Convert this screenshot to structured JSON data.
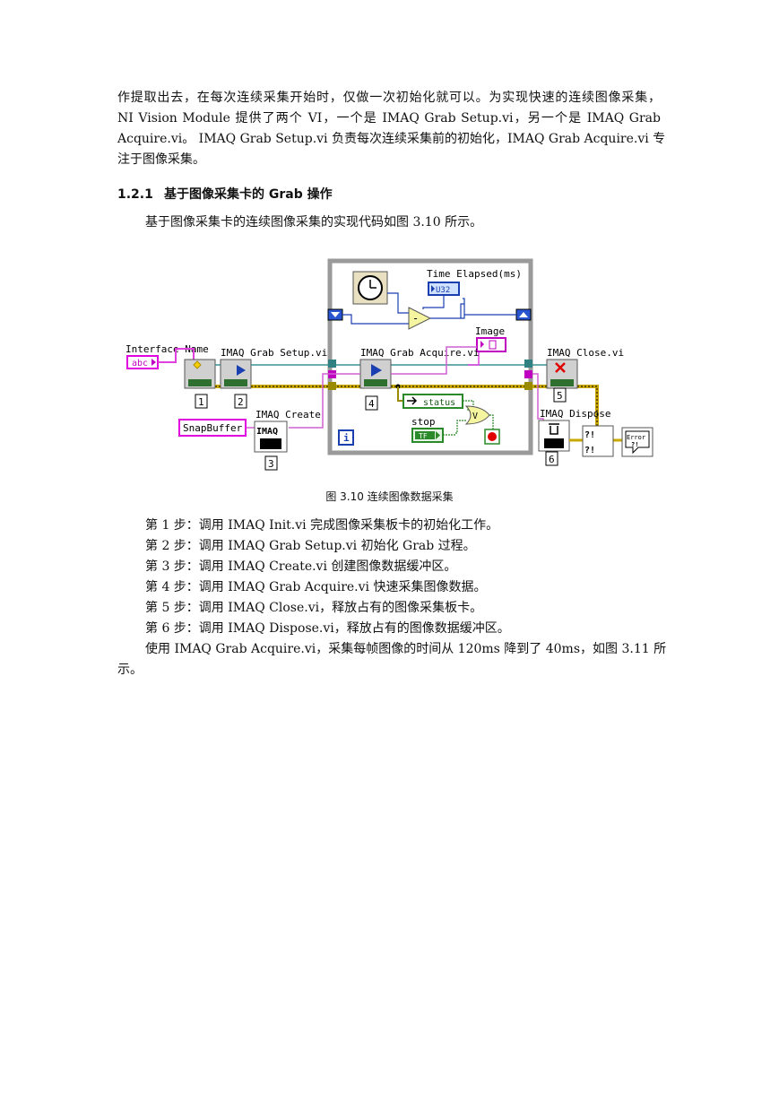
{
  "intro": {
    "lines": [
      "作提取出去，在每次连续采集开始时，仅做一次初始化就可以。为实现快速的连续图像采集，",
      "NI Vision Module 提供了两个 VI，一个是 IMAQ Grab Setup.vi，另一个是 IMAQ Grab",
      "Acquire.vi。 IMAQ Grab Setup.vi 负责每次连续采集前的初始化，IMAQ Grab Acquire.vi 专",
      "注于图像采集。"
    ]
  },
  "section": {
    "number": "1.2.1",
    "title": "基于图像采集卡的 Grab 操作"
  },
  "lead": "基于图像采集卡的连续图像采集的实现代码如图 3.10 所示。",
  "diagram": {
    "labels": {
      "time_elapsed": "Time Elapsed(ms)",
      "u32": "U32",
      "image": "Image",
      "interface_name": "Interface Name",
      "abc": "abc",
      "grab_setup": "IMAQ Grab Setup.vi",
      "grab_acquire": "IMAQ Grab Acquire.vi",
      "close": "IMAQ Close.vi",
      "create": "IMAQ Create",
      "dispose": "IMAQ Dispose",
      "snapbuffer": "SnapBuffer",
      "imaq": "IMAQ",
      "status": "status",
      "stop": "stop",
      "tf": "TF",
      "loop_i": "i",
      "error": "Error",
      "minus": "-",
      "or_v": "V",
      "warn": "?!"
    },
    "numbers": [
      "1",
      "2",
      "3",
      "4",
      "5",
      "6"
    ]
  },
  "caption": "图 3.10  连续图像数据采集",
  "steps": [
    "第 1 步：调用 IMAQ Init.vi 完成图像采集板卡的初始化工作。",
    "第 2 步：调用 IMAQ Grab Setup.vi 初始化 Grab 过程。",
    "第 3 步：调用 IMAQ Create.vi 创建图像数据缓冲区。",
    "第 4 步：调用 IMAQ Grab Acquire.vi 快速采集图像数据。",
    "第 5 步：调用 IMAQ Close.vi，释放占有的图像采集板卡。",
    "第 6 步：调用 IMAQ Dispose.vi，释放占有的图像数据缓冲区。"
  ],
  "closing": [
    "使用 IMAQ Grab Acquire.vi，采集每帧图像的时间从 120ms 降到了 40ms，如图 3.11 所",
    "示。"
  ]
}
